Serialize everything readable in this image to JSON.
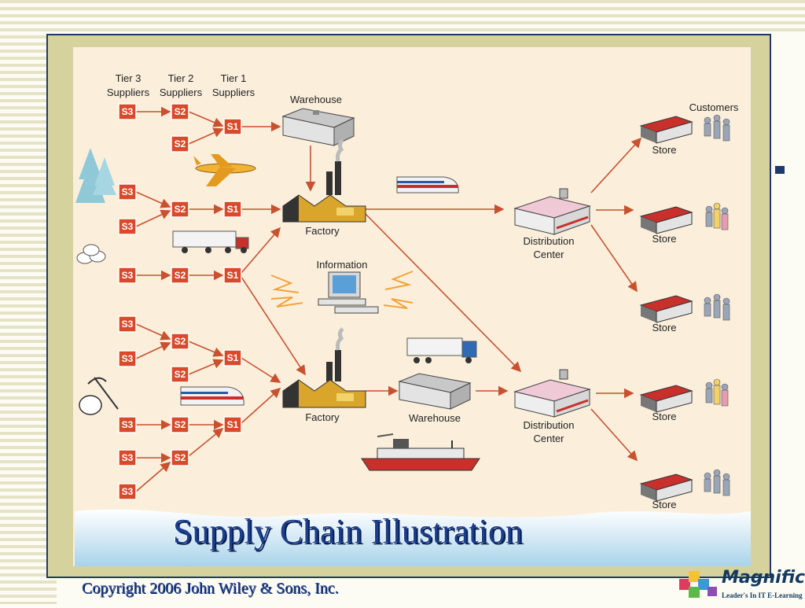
{
  "slide": {
    "title": "Supply Chain Illustration",
    "copyright": "Copyright 2006 John Wiley & Sons, Inc."
  },
  "logo": {
    "name": "Magnific",
    "tagline": "Leader's In IT E-Learning"
  },
  "diagram": {
    "tier_headers": [
      {
        "line1": "Tier 3",
        "line2": "Suppliers"
      },
      {
        "line1": "Tier 2",
        "line2": "Suppliers"
      },
      {
        "line1": "Tier 1",
        "line2": "Suppliers"
      }
    ],
    "nodes": {
      "s3": "S3",
      "s2": "S2",
      "s1": "S1"
    },
    "labels": {
      "warehouse_top": "Warehouse",
      "factory_top": "Factory",
      "information": "Information",
      "factory_bottom": "Factory",
      "warehouse_bottom": "Warehouse",
      "distribution_center_top": "Distribution Center",
      "distribution_center_top_line1": "Distribution",
      "distribution_center_top_line2": "Center",
      "distribution_center_bottom_line1": "Distribution",
      "distribution_center_bottom_line2": "Center",
      "customers": "Customers",
      "store": "Store"
    }
  },
  "colors": {
    "node_fill": "#d94a2b",
    "arrow": "#c8512f",
    "title": "#1a3f8f"
  }
}
